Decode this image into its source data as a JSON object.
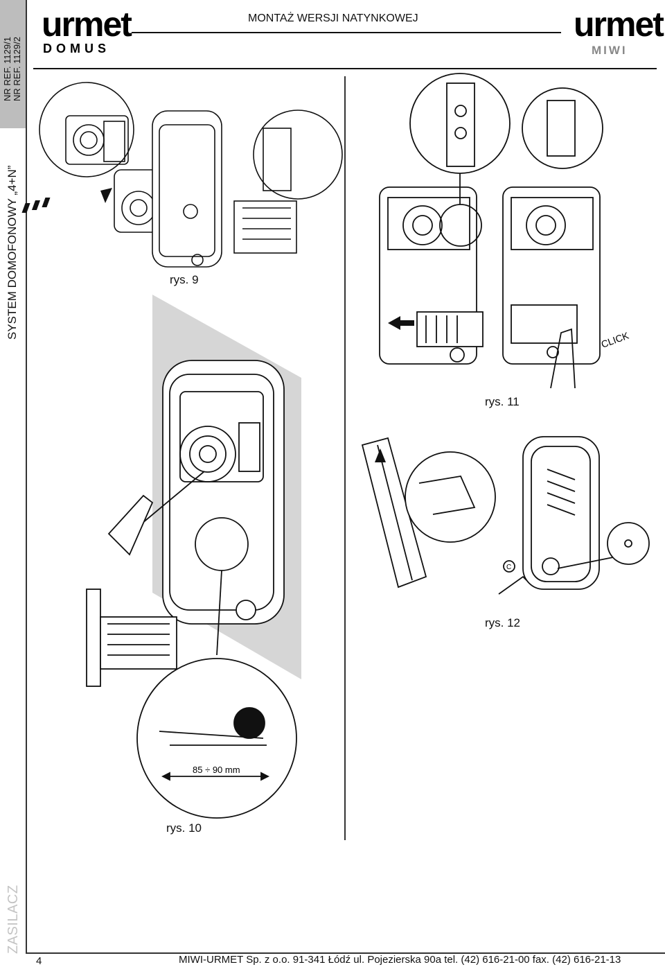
{
  "sidebar": {
    "ref_1": "NR REF. 1129/1",
    "ref_2": "NR REF. 1129/2",
    "system_title": "SYSTEM DOMOFONOWY „4+N”",
    "section": "ZASILACZ"
  },
  "header": {
    "title": "MONTAŻ WERSJI NATYNKOWEJ",
    "logo_left": {
      "word": "urmet",
      "sub": "DOMUS"
    },
    "logo_right": {
      "word": "urmet",
      "sub": "MIWI"
    }
  },
  "figures": {
    "fig9": {
      "caption": "rys. 9"
    },
    "fig10": {
      "caption": "rys. 10",
      "dimension": "85 ÷ 90 mm"
    },
    "fig11": {
      "caption": "rys. 11",
      "click_label": "CLICK"
    },
    "fig12": {
      "caption": "rys. 12",
      "marker": "C"
    }
  },
  "footer": {
    "page_number": "4",
    "text": "MIWI-URMET Sp. z o.o.   91-341 Łódź ul. Pojezierska 90a  tel. (42) 616-21-00  fax. (42) 616-21-13"
  },
  "colors": {
    "shade": "#d6d6d6",
    "ink": "#111111",
    "sidebar_gray": "#bdbdbd"
  }
}
